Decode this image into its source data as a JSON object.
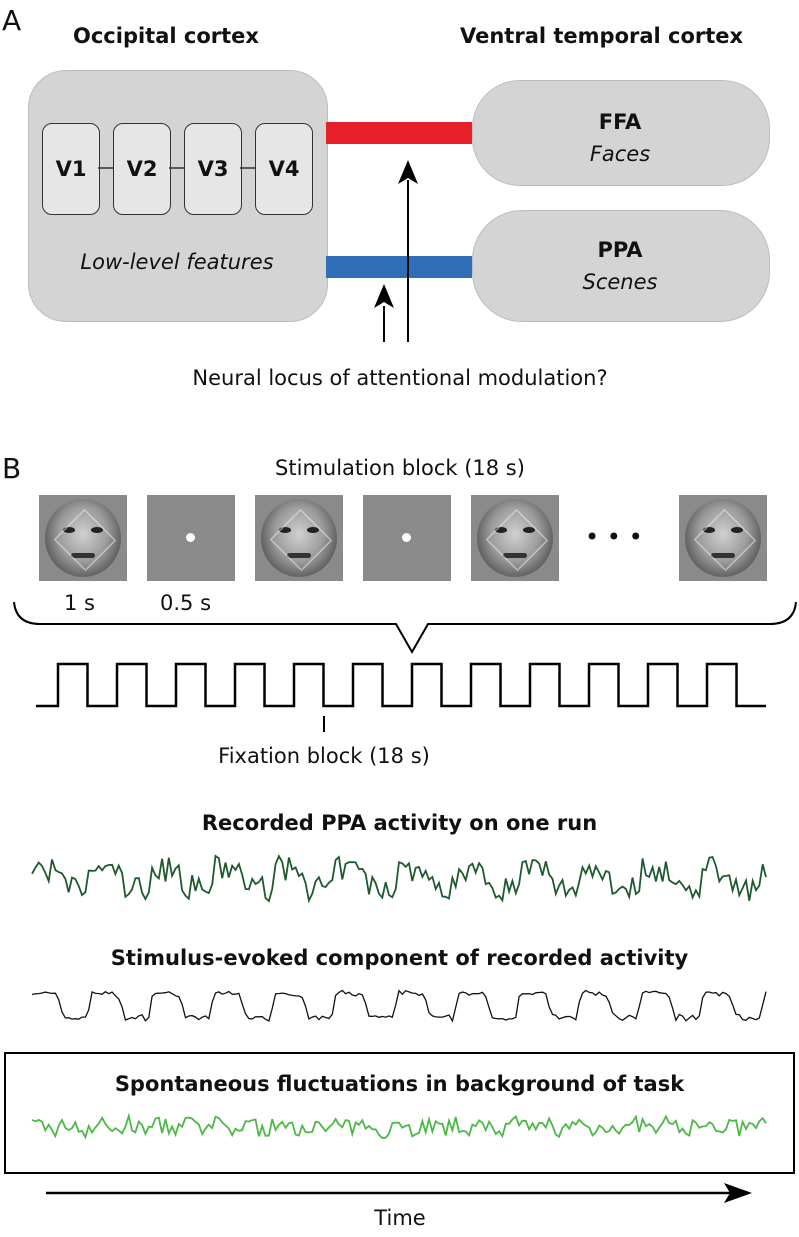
{
  "panel_a": {
    "letter": "A",
    "occipital_title": "Occipital cortex",
    "ventral_title": "Ventral temporal cortex",
    "areas": [
      "V1",
      "V2",
      "V3",
      "V4"
    ],
    "low_level": "Low-level features",
    "ffa": {
      "name": "FFA",
      "category": "Faces"
    },
    "ppa": {
      "name": "PPA",
      "category": "Scenes"
    },
    "question": "Neural locus of attentional modulation?",
    "colors": {
      "ffa_link": "#e8202a",
      "ppa_link": "#2f6fb7",
      "cortex_box": "#d4d4d4"
    }
  },
  "panel_b": {
    "letter": "B",
    "stim_block": "Stimulation block (18 s)",
    "duration_image": "1 s",
    "duration_fixation": "0.5 s",
    "ellipsis": "• • •",
    "fixation_block": "Fixation block (18 s)",
    "trace_titles": {
      "recorded": "Recorded PPA activity on one run",
      "evoked": "Stimulus-evoked component of recorded activity",
      "spontaneous": "Spontaneous fluctuations in background of task"
    },
    "time_label": "Time",
    "colors": {
      "recorded": "#1e5a2e",
      "evoked": "#111111",
      "spontaneous": "#4db848"
    }
  }
}
